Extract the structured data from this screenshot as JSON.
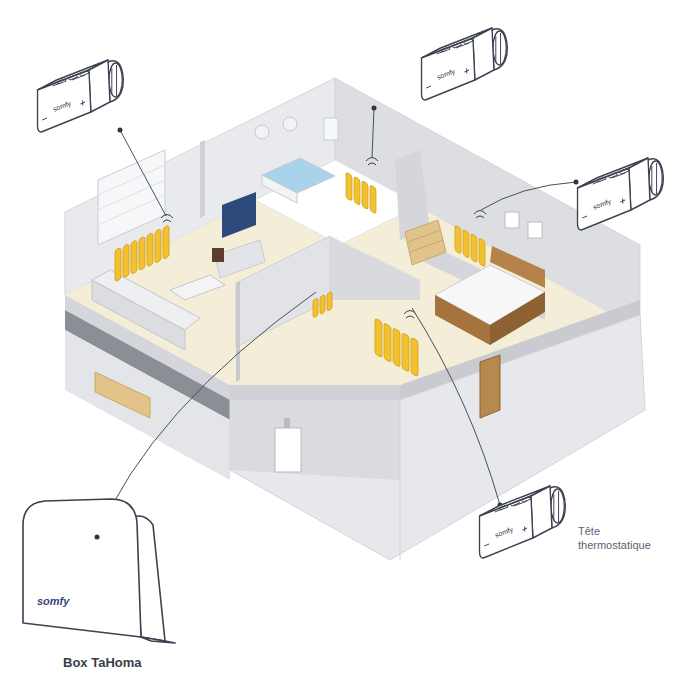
{
  "diagram": {
    "nodes": [
      {
        "text": [
          "somfy"
        ]
      },
      {
        "text": [
          "somfy"
        ]
      },
      {
        "text": [
          "somfy"
        ]
      },
      {
        "text": [
          "somfy"
        ]
      },
      {
        "text": [
          "somfy",
          "Box TaHoma"
        ]
      }
    ],
    "labels": [
      "Tête thermostatique"
    ]
  }
}
